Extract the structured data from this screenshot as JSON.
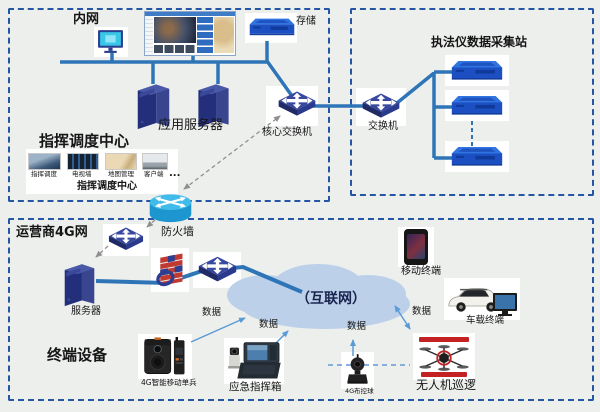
{
  "diagram": {
    "zones": {
      "intranet": "内网",
      "station": "执法仪数据采集站",
      "carrier": "运营商4G网"
    },
    "nodes": {
      "storage": "存储",
      "app_server": "应用服务器",
      "dispatch_title": "指挥调度中心",
      "dispatch_caption": "指挥调度中心",
      "ellipsis": "...",
      "core_switch": "核心交换机",
      "lan_switch": "交换机",
      "firewall": "防火墙",
      "server": "服务器",
      "terminal_title": "终端设备",
      "soldier": "4G智能移动单兵",
      "command_case": "应急指挥箱",
      "ball_camera": "4G布控球",
      "drone": "无人机巡逻",
      "mobile_terminal": "移动终端",
      "vehicle_terminal": "车载终端",
      "internet": "（互联网）"
    },
    "dispatch_apps": [
      {
        "label": "指挥调度"
      },
      {
        "label": "电视墙"
      },
      {
        "label": "地图管理"
      },
      {
        "label": "客户端"
      }
    ],
    "edge_labels": [
      "数据",
      "数据",
      "数据",
      "数据"
    ],
    "colors": {
      "line_blue": "#2e75b8",
      "border_navy": "#2456a4",
      "cloud_fill": "#bdd0e9",
      "device_blue": "#2563cf",
      "switch_navy": "#2c3e90",
      "router_cyan": "#2ba8dd",
      "arrow_gray": "#8f8f8f",
      "arrow_lightblue": "#5b9bd5"
    }
  }
}
